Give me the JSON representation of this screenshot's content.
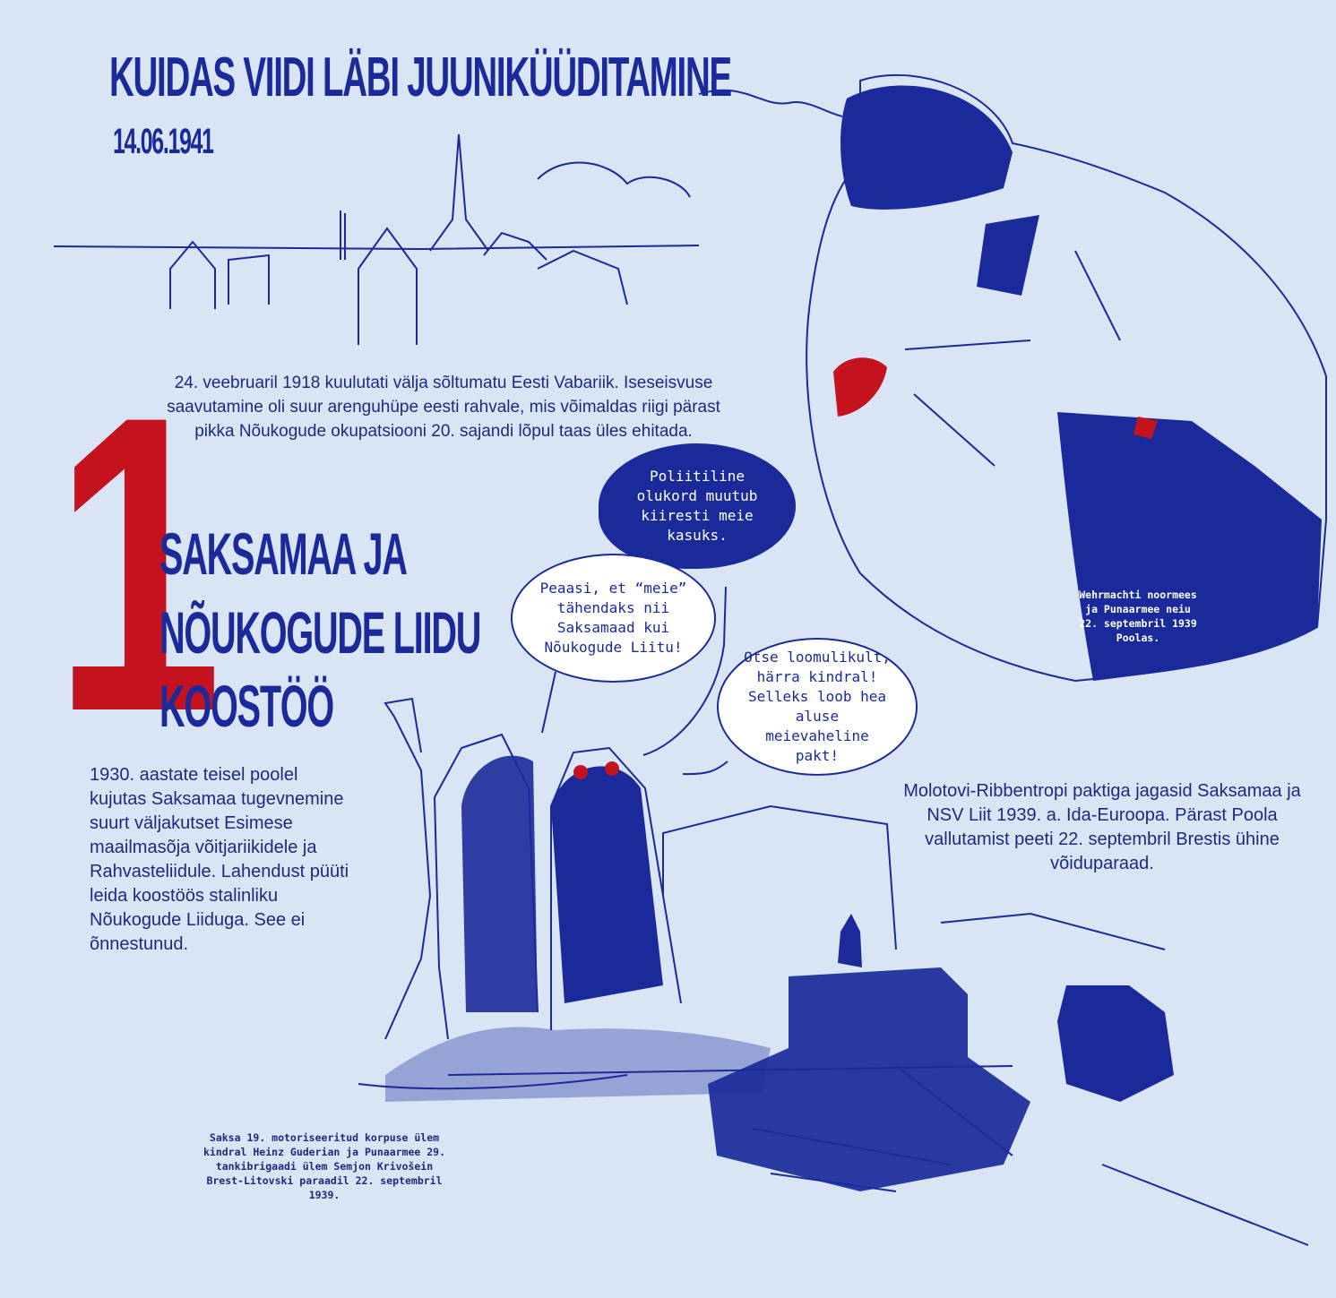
{
  "header": {
    "title": "KUIDAS VIIDI LÄBI JUUNIKÜÜDITAMINE",
    "date": "14.06.1941"
  },
  "chapter": {
    "number": "1",
    "title_lines": [
      "SAKSAMAA JA",
      "NÕUKOGUDE LIIDU",
      "KOOSTÖÖ"
    ]
  },
  "intro_text": "24. veebruaril 1918 kuulutati välja sõltumatu Eesti Vabariik. Iseseisvuse saavutamine oli suur arenguhüpe eesti rahvale, mis võimaldas riigi pärast pikka Nõukogude okupatsiooni 20. sajandi lõpul taas üles ehitada.",
  "body_left": "1930. aastate teisel poolel kujutas Saksamaa tugevnemine suurt väljakutset Esimese maailmasõja võitjariikidele ja Rahvasteliidule. Lahendust püüti leida koostöös stalinliku Nõukogude Liiduga. See ei õnnestunud.",
  "body_right": "Molotovi-Ribbentropi paktiga jagasid Saksamaa ja NSV Liit 1939. a. Ida-Euroopa. Pärast Poola vallutamist peeti 22. septembril Brestis ühine võiduparaad.",
  "bubbles": {
    "dark": "Poliitiline olukord muutub kiiresti meie kasuks.",
    "left": "Peaasi, et “meie” tähendaks nii Saksamaad kui Nõukogude Liitu!",
    "right": "Otse loomulikult, härra kindral! Selleks loob hea aluse meievaheline pakt!"
  },
  "captions": {
    "soldiers": "Wehrmachti noormees ja Punaarmee neiu 22. septembril 1939 Poolas.",
    "parade": "Saksa 19. motoriseeritud korpuse ülem kindral Heinz Guderian ja Punaarmee 29. tankibrigaadi ülem Semjon Krivošein Brest-Litovski paraadil 22. septembril 1939."
  },
  "colors": {
    "background": "#d9e4f5",
    "ink": "#1a2a9a",
    "accent_red": "#c4121f"
  }
}
